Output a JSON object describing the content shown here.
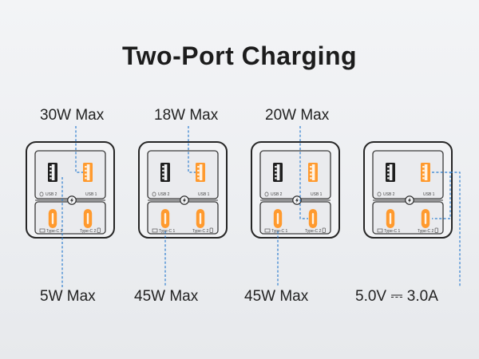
{
  "title": "Two-Port Charging",
  "port_labels": {
    "usb2": "USB 2",
    "usb1": "USB 1",
    "typec1": "Type-C 1",
    "typec2": "Type-C 2"
  },
  "configs": [
    {
      "top_label": "30W Max",
      "bottom_label": "5W Max"
    },
    {
      "top_label": "18W Max",
      "bottom_label": "45W Max"
    },
    {
      "top_label": "20W Max",
      "bottom_label": "45W Max"
    },
    {
      "top_label": "",
      "bottom_label": "5.0V ⎓ 3.0A"
    }
  ],
  "colors": {
    "usb_a_plain": "#1f1f1f",
    "orange": "#ff9a2e",
    "dotted_line": "#2f7fd0"
  },
  "icons": [
    "usb-a-port-icon",
    "usb-c-port-icon",
    "charge-bolt-icon",
    "mouse-icon",
    "phone-icon",
    "laptop-icon"
  ]
}
